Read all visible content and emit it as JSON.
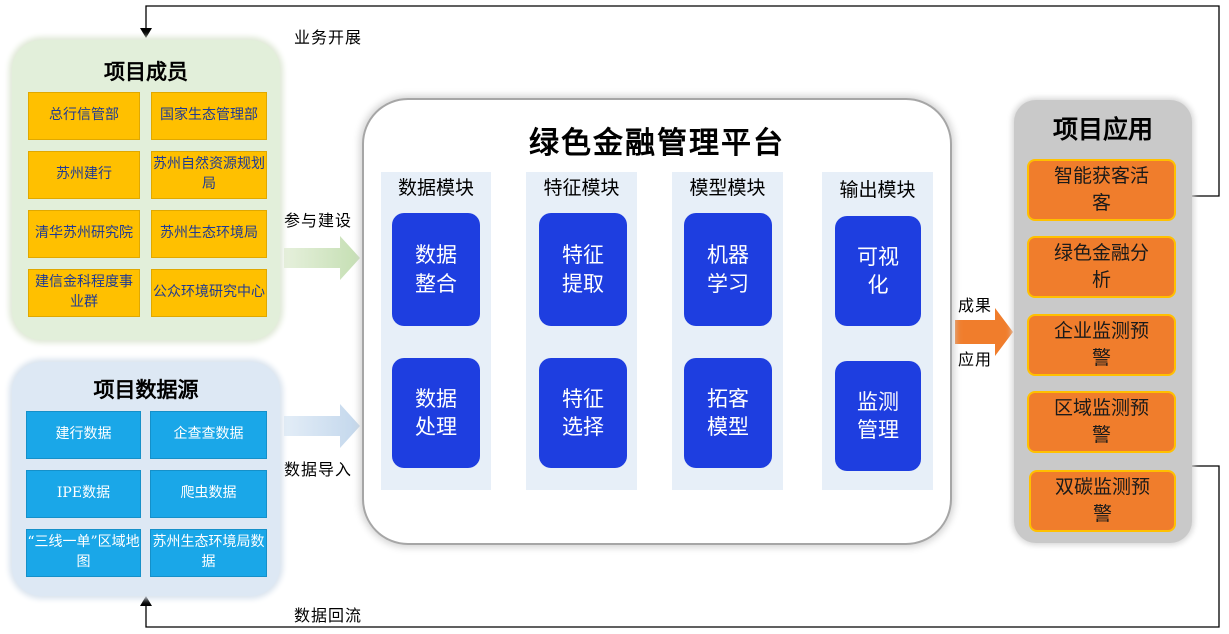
{
  "flow_labels": {
    "business": "业务开展",
    "participate": "参与建设",
    "data_import": "数据导入",
    "data_return": "数据回流",
    "result_line1": "成果",
    "result_line2": "应用"
  },
  "members": {
    "title": "项目成员",
    "items": [
      "总行信管部",
      "国家生态管理部",
      "苏州建行",
      "苏州自然资源规划局",
      "清华苏州研究院",
      "苏州生态环境局",
      "建信金科程度事业群",
      "公众环境研究中心"
    ]
  },
  "sources": {
    "title": "项目数据源",
    "items": [
      "建行数据",
      "企查查数据",
      "IPE数据",
      "爬虫数据",
      "“三线一单”区域地图",
      "苏州生态环境局数据"
    ]
  },
  "platform": {
    "title": "绿色金融管理平台",
    "columns": [
      {
        "title": "数据模块",
        "modules": [
          "数据整合",
          "数据处理"
        ]
      },
      {
        "title": "特征模块",
        "modules": [
          "特征提取",
          "特征选择"
        ]
      },
      {
        "title": "模型模块",
        "modules": [
          "机器学习",
          "拓客模型"
        ]
      },
      {
        "title": "输出模块",
        "modules": [
          "可视化",
          "监测管理"
        ]
      }
    ]
  },
  "applications": {
    "title": "项目应用",
    "items": [
      "智能获客活客",
      "绿色金融分析",
      "企业监测预警",
      "区域监测预警",
      "双碳监测预警"
    ]
  },
  "colors": {
    "member_box": "#ffc000",
    "source_box": "#1aa7e8",
    "module_box": "#1e3ee0",
    "app_box": "#f07d2c",
    "members_panel": "#e2efda",
    "sources_panel": "#dde8f4"
  }
}
